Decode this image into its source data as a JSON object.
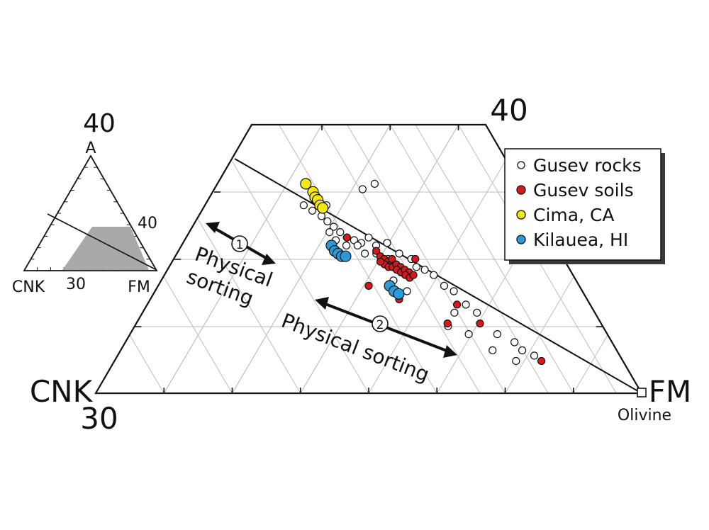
{
  "chart_data": [
    {
      "type": "scatter",
      "subtype": "ternary",
      "vertex_labels": {
        "top": "40",
        "left": "CNK",
        "left_value": "30",
        "right": "FM"
      },
      "endmember_label": "Olivine",
      "gridlines": true,
      "legend_position": "top-right",
      "series": [
        {
          "name": "Gusev rocks",
          "marker": "open-circle",
          "color": "#ffffff",
          "points": [
            [
              0.52,
              0.78
            ],
            [
              0.48,
              0.76
            ],
            [
              0.33,
              0.72
            ],
            [
              0.3,
              0.7
            ],
            [
              0.36,
              0.66
            ],
            [
              0.38,
              0.64
            ],
            [
              0.4,
              0.62
            ],
            [
              0.39,
              0.6
            ],
            [
              0.42,
              0.6
            ],
            [
              0.44,
              0.58
            ],
            [
              0.41,
              0.57
            ],
            [
              0.46,
              0.57
            ],
            [
              0.48,
              0.56
            ],
            [
              0.5,
              0.58
            ],
            [
              0.44,
              0.55
            ],
            [
              0.47,
              0.55
            ],
            [
              0.52,
              0.55
            ],
            [
              0.49,
              0.52
            ],
            [
              0.55,
              0.56
            ],
            [
              0.52,
              0.52
            ],
            [
              0.55,
              0.5
            ],
            [
              0.58,
              0.52
            ],
            [
              0.61,
              0.5
            ],
            [
              0.62,
              0.47
            ],
            [
              0.64,
              0.46
            ],
            [
              0.66,
              0.44
            ],
            [
              0.6,
              0.45
            ],
            [
              0.57,
              0.46
            ],
            [
              0.68,
              0.4
            ],
            [
              0.7,
              0.38
            ],
            [
              0.72,
              0.33
            ],
            [
              0.69,
              0.3
            ],
            [
              0.74,
              0.3
            ],
            [
              0.77,
              0.22
            ],
            [
              0.8,
              0.19
            ],
            [
              0.81,
              0.16
            ],
            [
              0.83,
              0.14
            ],
            [
              0.79,
              0.12
            ],
            [
              0.75,
              0.16
            ],
            [
              0.71,
              0.22
            ],
            [
              0.67,
              0.25
            ],
            [
              0.33,
              0.68
            ],
            [
              0.37,
              0.7
            ],
            [
              0.56,
              0.42
            ],
            [
              0.59,
              0.38
            ]
          ]
        },
        {
          "name": "Gusev soils",
          "marker": "filled-circle",
          "color": "#d7191c",
          "points": [
            [
              0.52,
              0.53
            ],
            [
              0.53,
              0.51
            ],
            [
              0.54,
              0.5
            ],
            [
              0.55,
              0.49
            ],
            [
              0.56,
              0.49
            ],
            [
              0.54,
              0.48
            ],
            [
              0.55,
              0.47
            ],
            [
              0.56,
              0.47
            ],
            [
              0.57,
              0.48
            ],
            [
              0.58,
              0.47
            ],
            [
              0.57,
              0.46
            ],
            [
              0.58,
              0.45
            ],
            [
              0.59,
              0.46
            ],
            [
              0.6,
              0.45
            ],
            [
              0.59,
              0.44
            ],
            [
              0.6,
              0.43
            ],
            [
              0.61,
              0.44
            ],
            [
              0.56,
              0.5
            ],
            [
              0.53,
              0.49
            ],
            [
              0.62,
              0.5
            ],
            [
              0.44,
              0.58
            ],
            [
              0.57,
              0.35
            ],
            [
              0.67,
              0.26
            ],
            [
              0.7,
              0.33
            ],
            [
              0.74,
              0.26
            ],
            [
              0.84,
              0.12
            ],
            [
              0.5,
              0.4
            ]
          ]
        },
        {
          "name": "Cima, CA",
          "marker": "filled-circle",
          "color": "#f5e60c",
          "points": [
            [
              0.29,
              0.78
            ],
            [
              0.32,
              0.75
            ],
            [
              0.33,
              0.73
            ],
            [
              0.34,
              0.72
            ],
            [
              0.35,
              0.7
            ],
            [
              0.36,
              0.69
            ]
          ]
        },
        {
          "name": "Kilauea, HI",
          "marker": "filled-circle",
          "color": "#2b9ad8",
          "points": [
            [
              0.4,
              0.55
            ],
            [
              0.41,
              0.53
            ],
            [
              0.42,
              0.52
            ],
            [
              0.43,
              0.51
            ],
            [
              0.44,
              0.51
            ],
            [
              0.55,
              0.4
            ],
            [
              0.56,
              0.38
            ],
            [
              0.57,
              0.37
            ]
          ]
        }
      ],
      "annotations": [
        {
          "number": "1",
          "text_lines": [
            "Physical",
            "sorting"
          ]
        },
        {
          "number": "2",
          "text": "Physical sorting"
        }
      ]
    },
    {
      "type": "scatter",
      "subtype": "ternary-inset",
      "vertex_labels": {
        "top_value": "40",
        "top": "A",
        "left": "CNK",
        "left_value": "30",
        "right": "FM",
        "right_value": "40"
      }
    }
  ]
}
